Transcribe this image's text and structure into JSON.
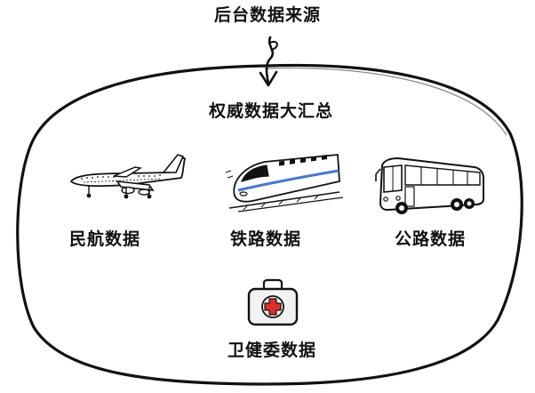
{
  "source_label": "后台数据来源",
  "hub_label": "权威数据大汇总",
  "sources": [
    {
      "label": "民航数据",
      "icon": "airplane-icon"
    },
    {
      "label": "铁路数据",
      "icon": "high-speed-train-icon"
    },
    {
      "label": "公路数据",
      "icon": "bus-icon"
    },
    {
      "label": "卫健委数据",
      "icon": "first-aid-kit-icon"
    }
  ],
  "colors": {
    "ink": "#111111",
    "cross": "#d9302c",
    "kit_fill": "#f2f2f2",
    "train_stripe": "#4a78c8"
  }
}
